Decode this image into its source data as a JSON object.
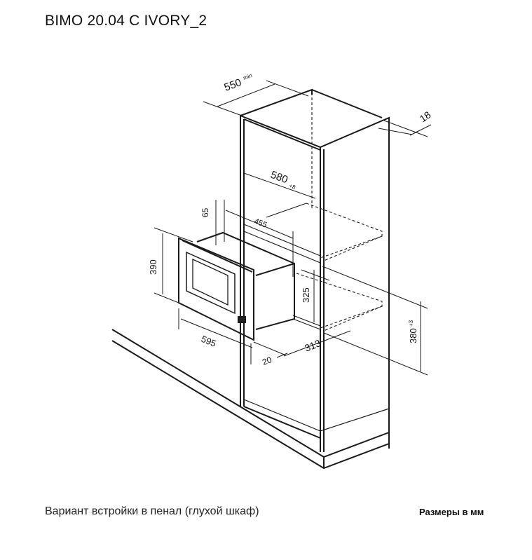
{
  "title": "BIMO 20.04 C IVORY_2",
  "caption": "Вариант встройки в пенал (глухой шкаф)",
  "units_note": "Размеры в мм",
  "dimensions": {
    "depth_min": "550",
    "depth_min_note": "min",
    "panel": "18",
    "inner_width": "580",
    "inner_width_tol": "+8",
    "top_gap": "65",
    "device_depth": "455",
    "device_height": "390",
    "niche_height": "325",
    "device_width": "595",
    "side_gap": "20",
    "niche_depth": "313",
    "niche_floor": "380",
    "niche_floor_tol": "+3"
  }
}
